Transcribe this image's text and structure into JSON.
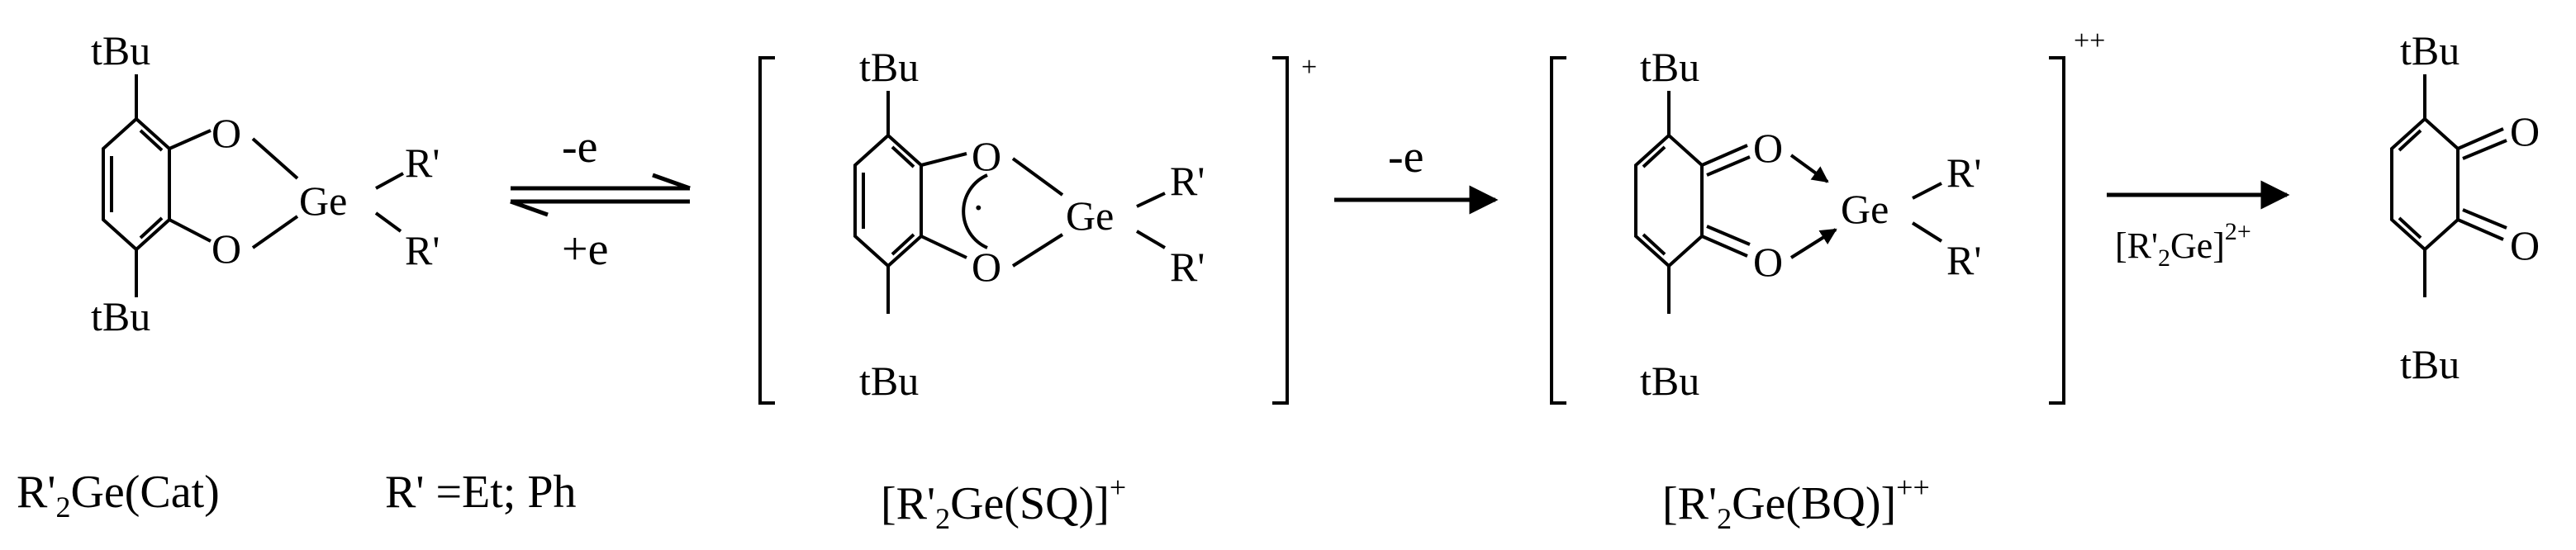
{
  "molecules": {
    "cat": {
      "tbu_top": "tBu",
      "tbu_bottom": "tBu",
      "o_top": "O",
      "o_bottom": "O",
      "ge": "Ge",
      "r_top": "R'",
      "r_bottom": "R'",
      "caption_main": "R'",
      "caption_sub": "2",
      "caption_rest": "Ge(Cat)"
    },
    "sq": {
      "tbu_top": "tBu",
      "tbu_bottom": "tBu",
      "o_top": "O",
      "o_bottom": "O",
      "radical": "·",
      "ge": "Ge",
      "r_top": "R'",
      "r_bottom": "R'",
      "charge": "+",
      "caption_main": "[R'",
      "caption_sub": "2",
      "caption_rest": "Ge(SQ)]",
      "caption_sup": "+"
    },
    "bq": {
      "tbu_top": "tBu",
      "tbu_bottom": "tBu",
      "o_top": "O",
      "o_bottom": "O",
      "ge": "Ge",
      "r_top": "R'",
      "r_bottom": "R'",
      "charge": "++",
      "caption_main": "[R'",
      "caption_sub": "2",
      "caption_rest": "Ge(BQ)]",
      "caption_sup": "++"
    },
    "quinone": {
      "tbu_top": "tBu",
      "tbu_bottom": "tBu",
      "o_top": "O",
      "o_bottom": "O"
    }
  },
  "substituents_note": "R' =Et; Ph",
  "arrows": {
    "step1_forward": "-e",
    "step1_reverse": "+e",
    "step2": "-e",
    "step3_main": "[R'",
    "step3_sub": "2",
    "step3_rest": "Ge]",
    "step3_sup": "2+"
  }
}
